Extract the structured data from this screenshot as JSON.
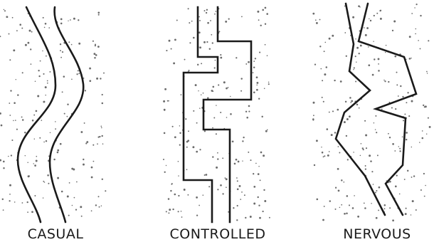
{
  "panels": [
    {
      "id": "casual",
      "label": "CASUAL"
    },
    {
      "id": "controlled",
      "label": "CONTROLLED"
    },
    {
      "id": "nervous",
      "label": "NERVOUS"
    }
  ],
  "colors": {
    "ink": "#1a1a1a",
    "stipple": "#6b6b6b",
    "background": "#ffffff"
  }
}
